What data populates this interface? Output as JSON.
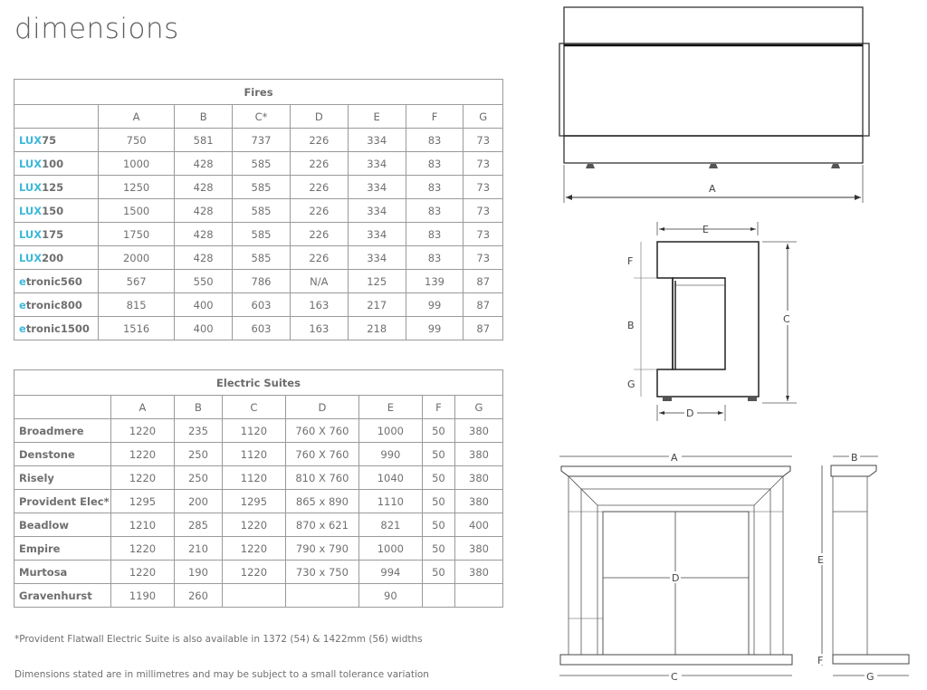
{
  "page": {
    "title": "dimensions"
  },
  "fires_table": {
    "caption": "Fires",
    "columns": [
      "A",
      "B",
      "C*",
      "D",
      "E",
      "F",
      "G"
    ],
    "rows": [
      {
        "prefix": "LUX",
        "suffix": "75",
        "values": [
          "750",
          "581",
          "737",
          "226",
          "334",
          "83",
          "73"
        ]
      },
      {
        "prefix": "LUX",
        "suffix": "100",
        "values": [
          "1000",
          "428",
          "585",
          "226",
          "334",
          "83",
          "73"
        ]
      },
      {
        "prefix": "LUX",
        "suffix": "125",
        "values": [
          "1250",
          "428",
          "585",
          "226",
          "334",
          "83",
          "73"
        ]
      },
      {
        "prefix": "LUX",
        "suffix": "150",
        "values": [
          "1500",
          "428",
          "585",
          "226",
          "334",
          "83",
          "73"
        ]
      },
      {
        "prefix": "LUX",
        "suffix": "175",
        "values": [
          "1750",
          "428",
          "585",
          "226",
          "334",
          "83",
          "73"
        ]
      },
      {
        "prefix": "LUX",
        "suffix": "200",
        "values": [
          "2000",
          "428",
          "585",
          "226",
          "334",
          "83",
          "73"
        ]
      },
      {
        "prefix": "e",
        "suffix": "tronic560",
        "values": [
          "567",
          "550",
          "786",
          "N/A",
          "125",
          "139",
          "87"
        ]
      },
      {
        "prefix": "e",
        "suffix": "tronic800",
        "values": [
          "815",
          "400",
          "603",
          "163",
          "217",
          "99",
          "87"
        ]
      },
      {
        "prefix": "e",
        "suffix": "tronic1500",
        "values": [
          "1516",
          "400",
          "603",
          "163",
          "218",
          "99",
          "87"
        ]
      }
    ]
  },
  "suites_table": {
    "caption": "Electric Suites",
    "columns": [
      "A",
      "B",
      "C",
      "D",
      "E",
      "F",
      "G"
    ],
    "rows": [
      {
        "name": "Broadmere",
        "values": [
          "1220",
          "235",
          "1120",
          "760 X 760",
          "1000",
          "50",
          "380"
        ]
      },
      {
        "name": "Denstone",
        "values": [
          "1220",
          "250",
          "1120",
          "760 X 760",
          "990",
          "50",
          "380"
        ]
      },
      {
        "name": "Risely",
        "values": [
          "1220",
          "250",
          "1120",
          "810 X 760",
          "1040",
          "50",
          "380"
        ]
      },
      {
        "name": "Provident Elec*",
        "values": [
          "1295",
          "200",
          "1295",
          "865 x 890",
          "1110",
          "50",
          "380"
        ]
      },
      {
        "name": "Beadlow",
        "values": [
          "1210",
          "285",
          "1220",
          "870 x 621",
          "821",
          "50",
          "400"
        ]
      },
      {
        "name": "Empire",
        "values": [
          "1220",
          "210",
          "1220",
          "790 x 790",
          "1000",
          "50",
          "380"
        ]
      },
      {
        "name": "Murtosa",
        "values": [
          "1220",
          "190",
          "1220",
          "730 x 750",
          "994",
          "50",
          "380"
        ]
      },
      {
        "name": "Gravenhurst",
        "values": [
          "1190",
          "260",
          "",
          "",
          "90",
          "",
          ""
        ]
      }
    ]
  },
  "notes": {
    "footnote": "*Provident Flatwall Electric Suite is also available in 1372 (54) & 1422mm (56) widths",
    "disclaimer": "Dimensions stated are in millimetres and may be subject to a small tolerance variation"
  },
  "diagrams": {
    "fire_front": {
      "labels": {
        "a": "A"
      }
    },
    "fire_side": {
      "labels": {
        "e": "E",
        "f": "F",
        "b": "B",
        "g": "G",
        "c": "C",
        "d": "D"
      }
    },
    "suite_front": {
      "labels": {
        "a": "A",
        "d": "D",
        "c": "C"
      }
    },
    "suite_side": {
      "labels": {
        "b": "B",
        "e": "E",
        "f": "F",
        "g": "G"
      }
    }
  },
  "colors": {
    "accent": "#3db8d9",
    "text": "#6f6f6f",
    "border": "#9a9a9a"
  }
}
